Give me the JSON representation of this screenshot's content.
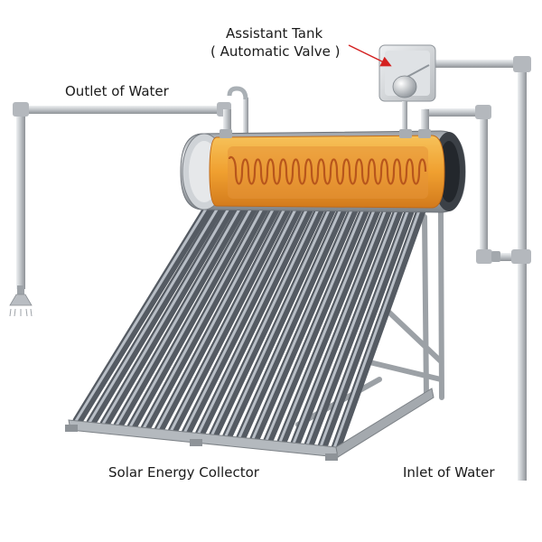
{
  "labels": {
    "assistant_tank": "Assistant Tank",
    "automatic_valve": "( Automatic Valve )",
    "outlet": "Outlet of Water",
    "collector": "Solar Energy Collector",
    "inlet": "Inlet of Water"
  },
  "colors": {
    "pipe": "#c9ccd0",
    "pipe_dark": "#8c9096",
    "tank_steel": "#b9bdc2",
    "tank_inner": "#f0a030",
    "coil": "#c8702a",
    "tube": "#5b6068",
    "arrow": "#d42020"
  },
  "tubes": {
    "count": 20
  }
}
